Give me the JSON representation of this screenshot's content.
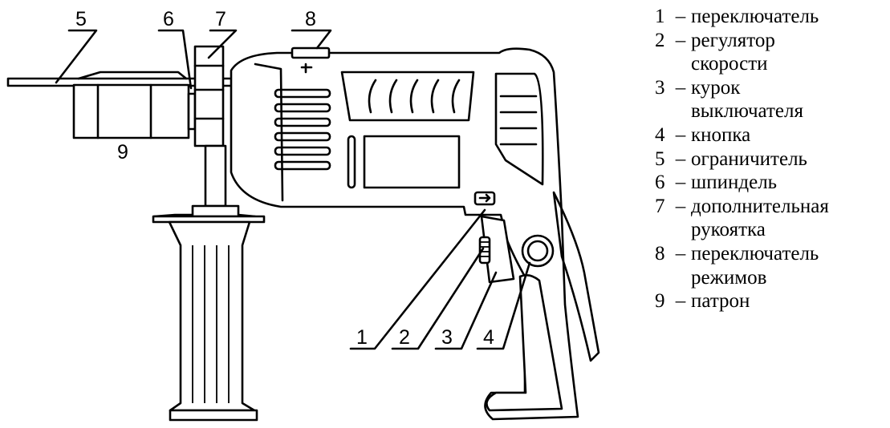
{
  "callouts": [
    "1",
    "2",
    "3",
    "4",
    "5",
    "6",
    "7",
    "8",
    "9"
  ],
  "legend": [
    {
      "num": "1",
      "dash": "–",
      "lines": [
        "переключатель"
      ]
    },
    {
      "num": "2",
      "dash": "–",
      "lines": [
        "регулятор",
        "скорости"
      ]
    },
    {
      "num": "3",
      "dash": "–",
      "lines": [
        "курок",
        "выключателя"
      ]
    },
    {
      "num": "4",
      "dash": "–",
      "lines": [
        "кнопка"
      ]
    },
    {
      "num": "5",
      "dash": "–",
      "lines": [
        "ограничитель"
      ]
    },
    {
      "num": "6",
      "dash": "–",
      "lines": [
        "шпиндель"
      ]
    },
    {
      "num": "7",
      "dash": "–",
      "lines": [
        "дополнительная",
        "рукоятка"
      ]
    },
    {
      "num": "8",
      "dash": "–",
      "lines": [
        "переключатель",
        "режимов"
      ]
    },
    {
      "num": "9",
      "dash": "–",
      "lines": [
        "патрон"
      ]
    }
  ]
}
